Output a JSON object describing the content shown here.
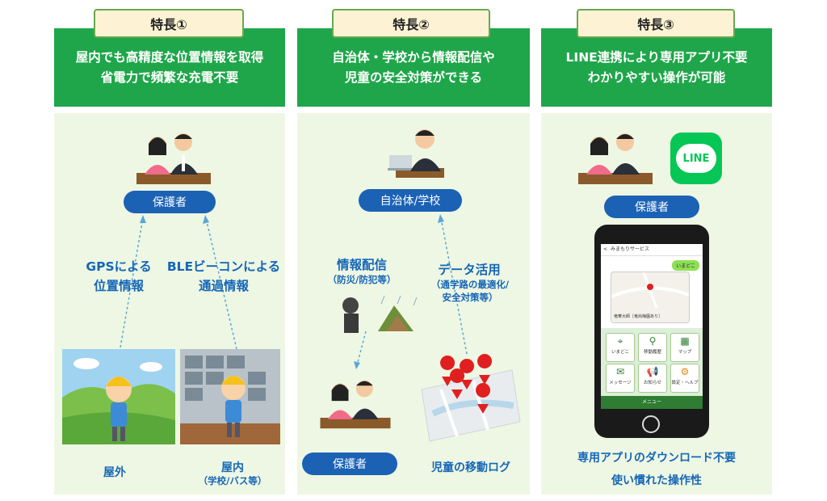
{
  "columns": [
    {
      "tab": "特長①",
      "header": [
        "屋内でも高精度な位置情報を取得",
        "省電力で頻繁な充電不要"
      ],
      "guardian": "保護者",
      "gps_label": [
        "GPSによる",
        "位置情報"
      ],
      "ble_label": [
        "BLEビーコンによる",
        "通過情報"
      ],
      "outdoor": "屋外",
      "indoor": "屋内",
      "indoor_sub": "（学校/バス等）"
    },
    {
      "tab": "特長②",
      "header": [
        "自治体・学校から情報配信や",
        "児童の安全対策ができる"
      ],
      "authority": "自治体/学校",
      "distribution": "情報配信",
      "distribution_sub": "（防災/防犯等）",
      "data_use": "データ活用",
      "data_use_sub": [
        "（通学路の最適化/",
        "安全対策等）"
      ],
      "guardian": "保護者",
      "movement_log": "児童の移動ログ"
    },
    {
      "tab": "特長③",
      "header": [
        "LINE連携により専用アプリ不要",
        "わかりやすい操作が可能"
      ],
      "line_logo": "LINE",
      "guardian": "保護者",
      "caption1": "専用アプリのダウンロード不要",
      "caption2": "使い慣れた操作性",
      "phone": {
        "title": "みまもりサービス",
        "chat_bubble": "いまどこ",
        "map_caption": "竜華大師［竜尚梅園あり］",
        "menu": [
          "いまどこ",
          "移動履歴",
          "マップ",
          "メッセージ",
          "お知らせ",
          "設定・ヘルプ"
        ],
        "footer": "メニュー"
      }
    }
  ],
  "colors": {
    "header_green": "#1fa64a",
    "panel": "#eef7e3",
    "pill_blue": "#1b62b5",
    "label_blue": "#1566b8",
    "line_green": "#06c755"
  }
}
